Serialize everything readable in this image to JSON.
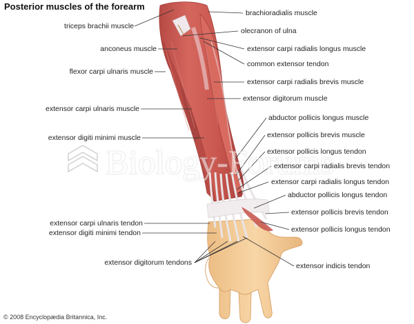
{
  "title": "Posterior muscles of the forearm",
  "copyright": "© 2008 Encyclopædia Britannica, Inc.",
  "watermark": "Biology-Forums",
  "labels": {
    "left": {
      "triceps_brachii_muscle": "triceps brachii muscle",
      "anconeus_muscle": "anconeus muscle",
      "flexor_carpi_ulnaris_muscle": "flexor carpi ulnaris muscle",
      "extensor_carpi_ulnaris_muscle": "extensor carpi ulnaris muscle",
      "extensor_digiti_minimi_muscle": "extensor digiti minimi muscle",
      "extensor_carpi_ulnaris_tendon": "extensor carpi ulnaris tendon",
      "extensor_digiti_minimi_tendon": "extensor digiti minimi tendon",
      "extensor_digitorum_tendons": "extensor digitorum tendons"
    },
    "right": {
      "brachioradialis_muscle": "brachioradialis muscle",
      "olecranon_of_ulna": "olecranon of ulna",
      "extensor_carpi_radialis_longus_muscle": "extensor carpi radialis longus muscle",
      "common_extensor_tendon": "common extensor tendon",
      "extensor_carpi_radialis_brevis_muscle": "extensor carpi radialis brevis muscle",
      "extensor_digitorum_muscle": "extensor digitorum muscle",
      "abductor_pollicis_longus_muscle": "abductor pollicis longus muscle",
      "extensor_pollicis_brevis_muscle": "extensor pollicis brevis muscle",
      "extensor_pollicis_longus_tendon_upper": "extensor pollicis longus tendon",
      "extensor_carpi_radialis_brevis_tendon": "extensor carpi radialis brevis tendon",
      "extensor_carpi_radialis_longus_tendon": "extensor carpi radialis longus tendon",
      "abductor_pollicis_longus_tendon": "abductor pollicis longus tendon",
      "extensor_pollicis_brevis_tendon": "extensor pollicis brevis tendon",
      "extensor_pollicis_longus_tendon_lower": "extensor pollicis longus tendon",
      "extensor_indicis_tendon": "extensor indicis tendon"
    }
  },
  "colors": {
    "muscle": "#c8554f",
    "muscle_dark": "#a63f3a",
    "muscle_light": "#dc7a70",
    "tendon": "#e8e4e6",
    "skin": "#f5cf9a",
    "skin_shadow": "#e6b27a",
    "leader_line": "#333333"
  }
}
